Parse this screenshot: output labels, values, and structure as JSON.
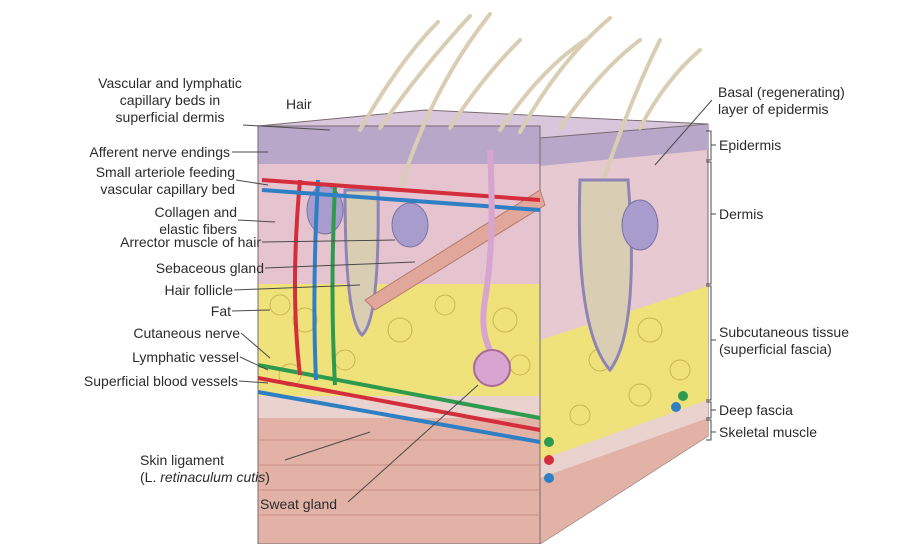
{
  "labels_left": {
    "vascular_capillary_beds": [
      "Vascular and lymphatic",
      "capillary beds in",
      "superficial dermis"
    ],
    "hair": "Hair",
    "afferent_nerve_endings": "Afferent nerve endings",
    "small_arteriole": [
      "Small arteriole feeding",
      "vascular capillary bed"
    ],
    "collagen_fibers": [
      "Collagen and",
      "elastic fibers"
    ],
    "arrector_muscle": "Arrector muscle of hair",
    "sebaceous_gland": "Sebaceous gland",
    "hair_follicle": "Hair follicle",
    "fat": "Fat",
    "cutaneous_nerve": "Cutaneous nerve",
    "lymphatic_vessel": "Lymphatic vessel",
    "superficial_blood_vessels": "Superficial blood vessels"
  },
  "labels_bottom": {
    "skin_ligament": "Skin ligament",
    "skin_ligament_latin_prefix": "(L. ",
    "skin_ligament_latin_term": "retinaculum cutis",
    "skin_ligament_latin_suffix": ")",
    "sweat_gland": "Sweat gland"
  },
  "labels_right": {
    "basal_layer": [
      "Basal (regenerating)",
      "layer of epidermis"
    ],
    "epidermis": "Epidermis",
    "dermis": "Dermis",
    "subcutaneous_tissue": [
      "Subcutaneous tissue",
      "(superficial fascia)"
    ],
    "deep_fascia": "Deep fascia",
    "skeletal_muscle": "Skeletal muscle"
  },
  "colors": {
    "epidermis": "#b9a7c9",
    "dermis": "#e6c4cf",
    "subcutaneous_fat": "#f0e27a",
    "deep_fascia": "#e9d0cf",
    "skeletal_muscle": "#e3b2a6",
    "artery": "#d42d3b",
    "vein": "#2f7fc4",
    "lymphatic": "#2e9a4e",
    "hair": "#d9cdb4",
    "follicle": "#8f84b6",
    "sweat_gland": "#d8a4d0"
  }
}
